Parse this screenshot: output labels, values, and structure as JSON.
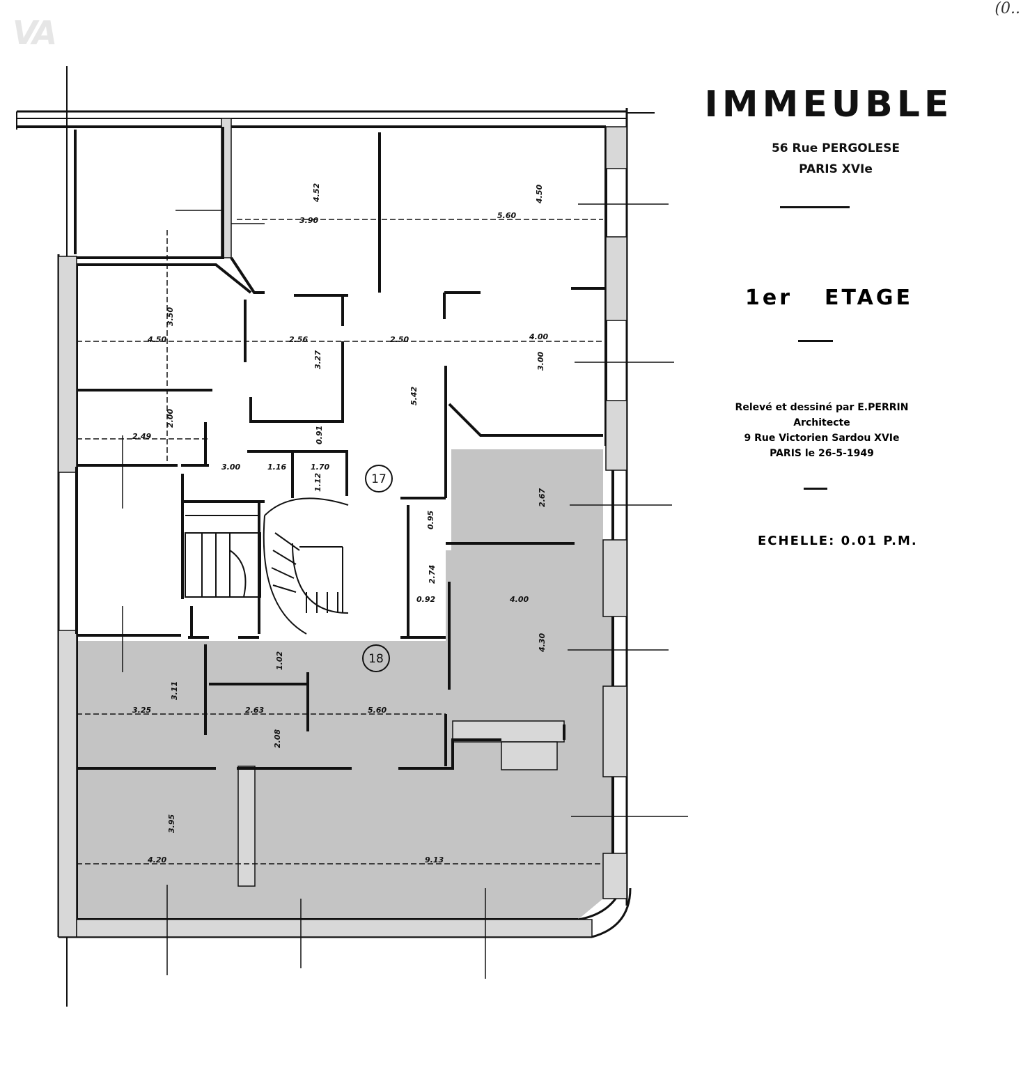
{
  "title": {
    "main": "IMMEUBLE",
    "address_line1": "56 Rue PERGOLESE",
    "address_line2": "PARIS XVIe",
    "level_num": "1er",
    "level_label": "ETAGE",
    "credit_line1": "Relevé et dessiné par E.PERRIN",
    "credit_line2": "Architecte",
    "credit_line3": "9 Rue Victorien Sardou XVIe",
    "credit_line4": "PARIS le 26-5-1949",
    "scale": "ECHELLE: 0.01 P.M."
  },
  "corner_mark": "(0..",
  "logo": "VA",
  "rooms": [
    {
      "label": "17"
    },
    {
      "label": "18"
    }
  ],
  "dimensions": [
    "4.52",
    "3.90",
    "4.50",
    "5.60",
    "3.50",
    "4.50",
    "2.56",
    "3.27",
    "2.50",
    "4.00",
    "3.00",
    "5.42",
    "2.00",
    "2.49",
    "0.91",
    "3.00",
    "1.16",
    "1.70",
    "1.12",
    "2.67",
    "0.95",
    "2.74",
    "0.92",
    "4.00",
    "4.30",
    "1.02",
    "3.11",
    "3.25",
    "2.63",
    "5.60",
    "2.08",
    "3.95",
    "4.20",
    "9.13"
  ],
  "colors": {
    "ink": "#111111",
    "shaded_area": "#c4c4c4",
    "paper": "#ffffff"
  }
}
